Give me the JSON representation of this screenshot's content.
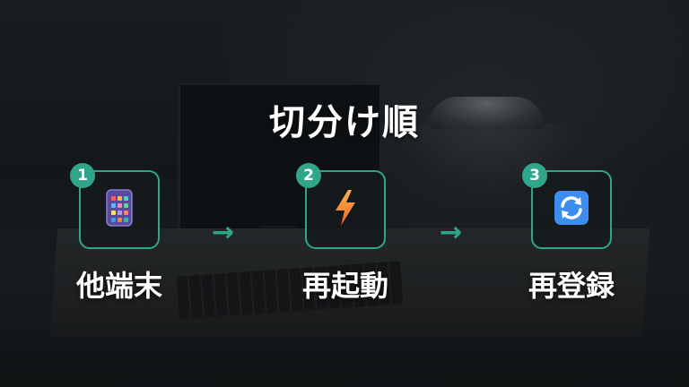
{
  "title": "切分け順",
  "steps": [
    {
      "number": "1",
      "label": "他端末",
      "icon": "phone-app-grid-icon"
    },
    {
      "number": "2",
      "label": "再起動",
      "icon": "lightning-icon"
    },
    {
      "number": "3",
      "label": "再登録",
      "icon": "refresh-icon"
    }
  ],
  "arrow_glyph": "→",
  "colors": {
    "accent": "#2fa68a",
    "text": "#ffffff"
  }
}
